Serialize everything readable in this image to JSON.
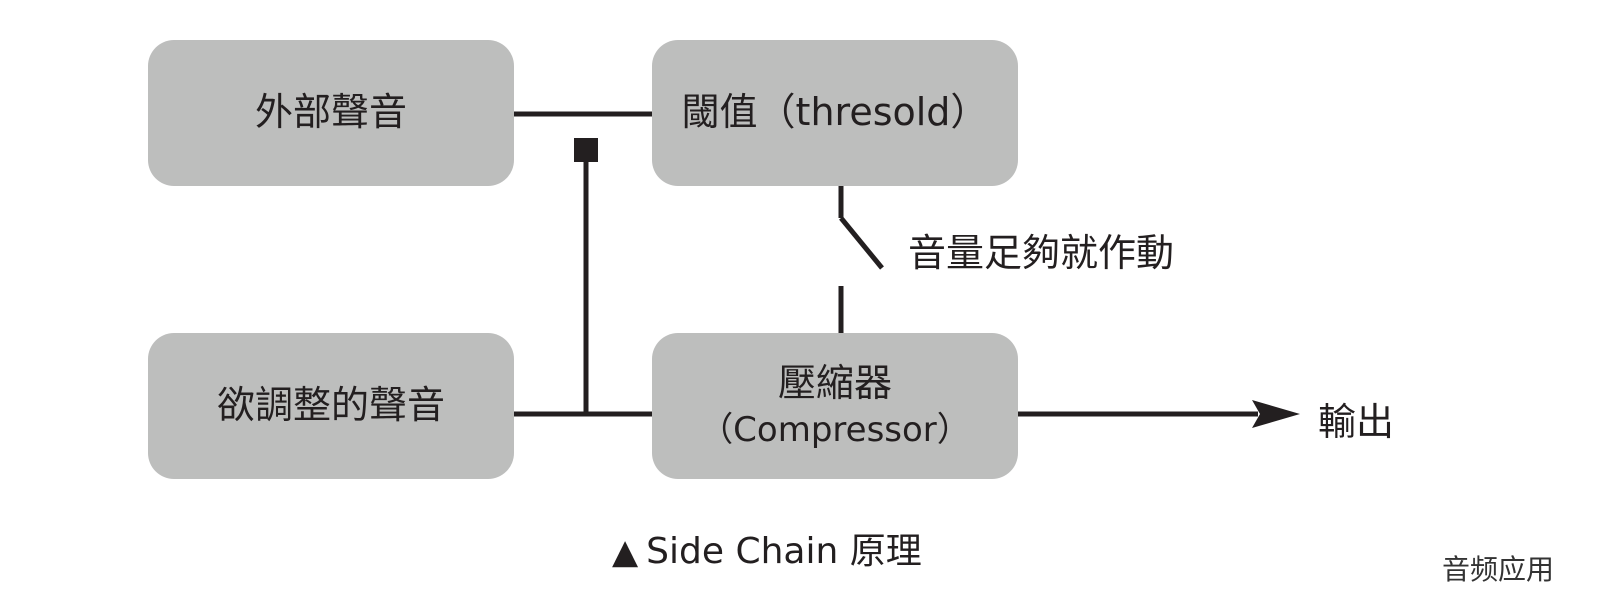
{
  "boxes": {
    "external": "外部聲音",
    "threshold": "閾值（thresold）",
    "adjust": "欲調整的聲音",
    "compressor_title": "壓縮器",
    "compressor_sub": "（Compressor）"
  },
  "labels": {
    "trigger": "音量足夠就作動",
    "output": "輸出"
  },
  "caption": {
    "marker": "▲",
    "text": "Side Chain 原理"
  },
  "watermark": "音频应用",
  "colors": {
    "box_fill": "#bdbebd",
    "line": "#231f20",
    "text": "#231f20"
  }
}
